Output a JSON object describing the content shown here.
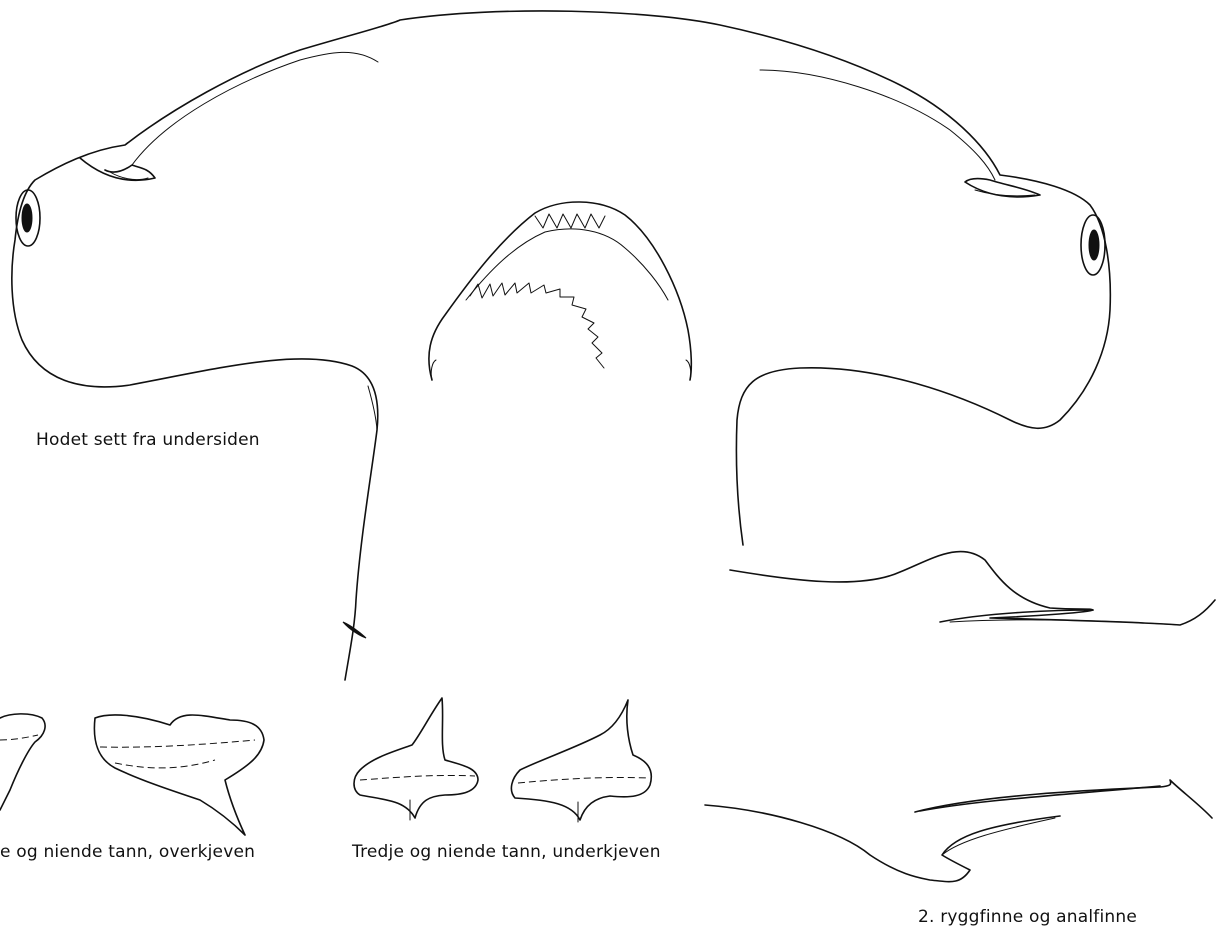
{
  "captions": {
    "head_underside": "Hodet sett fra undersiden",
    "upper_jaw_teeth": "e og niende tann, overkjeven",
    "lower_jaw_teeth": "Tredje og niende tann, underkjeven",
    "fins": "2. ryggfinne og analfinne"
  }
}
